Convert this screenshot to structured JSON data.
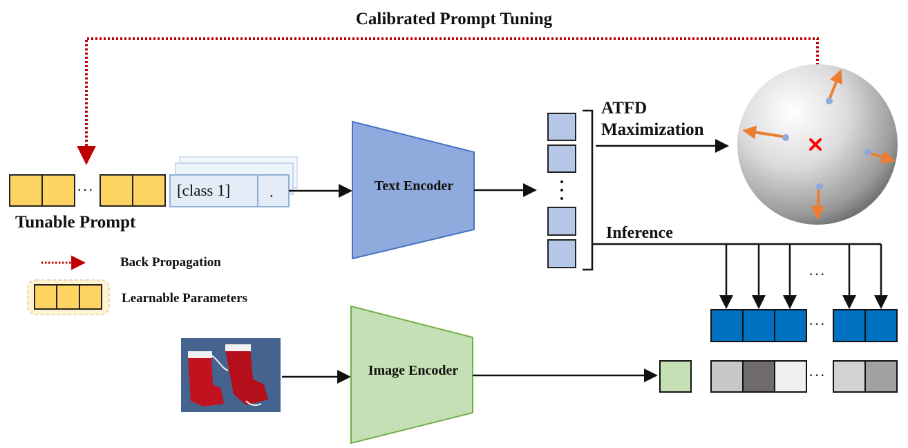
{
  "title": "Calibrated Prompt Tuning",
  "prompt": {
    "label": "Tunable Prompt",
    "class_token": "[class 1]",
    "period_token": "."
  },
  "encoders": {
    "text": "Text Encoder",
    "image": "Image Encoder"
  },
  "atfd": {
    "line1": "ATFD",
    "line2": "Maximization"
  },
  "inference": "Inference",
  "legend": {
    "back_propagation": "Back Propagation",
    "learnable_parameters": "Learnable Parameters"
  },
  "ellipsis": "···",
  "colors": {
    "prompt_yellow": "#fdd461",
    "text_encoder_blue": "#8faadc",
    "image_encoder_green": "#c5e0b4",
    "text_feature": "#b4c7e7",
    "inference_blue": "#0070c0",
    "back_propagation_red": "#c00000",
    "arrow_orange": "#ed7d31"
  }
}
